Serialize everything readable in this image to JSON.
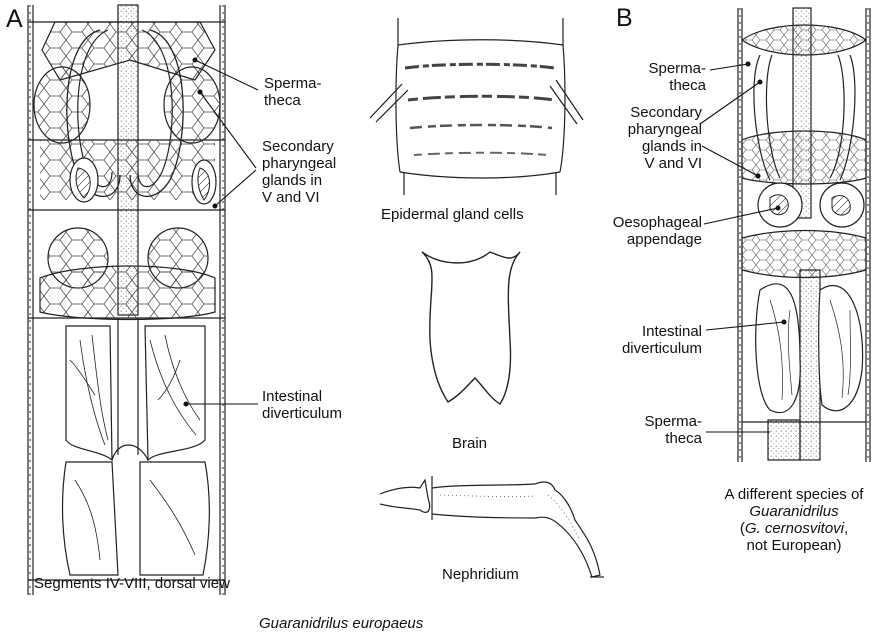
{
  "panel_a": {
    "letter": "A",
    "labels": {
      "spermatheca": [
        "Sperma-",
        "theca"
      ],
      "secondary_glands": [
        "Secondary",
        "pharyngeal",
        "glands in",
        "V and VI"
      ],
      "intestinal_diverticulum": [
        "Intestinal",
        "diverticulum"
      ]
    },
    "caption": "Segments IV-VIII, dorsal view"
  },
  "middle": {
    "epidermal_caption": "Epidermal gland cells",
    "brain_caption": "Brain",
    "nephridium_caption": "Nephridium"
  },
  "panel_b": {
    "letter": "B",
    "labels": {
      "spermatheca_top": [
        "Sperma-",
        "theca"
      ],
      "secondary_glands": [
        "Secondary",
        "pharyngeal",
        "glands in",
        "V and VI"
      ],
      "oesophageal_appendage": [
        "Oesophageal",
        "appendage"
      ],
      "intestinal_diverticulum": [
        "Intestinal",
        "diverticulum"
      ],
      "spermatheca_bottom": [
        "Sperma-",
        "theca"
      ]
    },
    "caption": {
      "line1": "A different species of",
      "line2": "Guaranidrilus",
      "line3_prefix": "(",
      "line3_italic": "G. cernosvitovi",
      "line3_suffix": ",",
      "line4": "not European)"
    }
  },
  "species_title": "Guaranidrilus europaeus",
  "colors": {
    "ink": "#222222",
    "background": "#ffffff"
  }
}
